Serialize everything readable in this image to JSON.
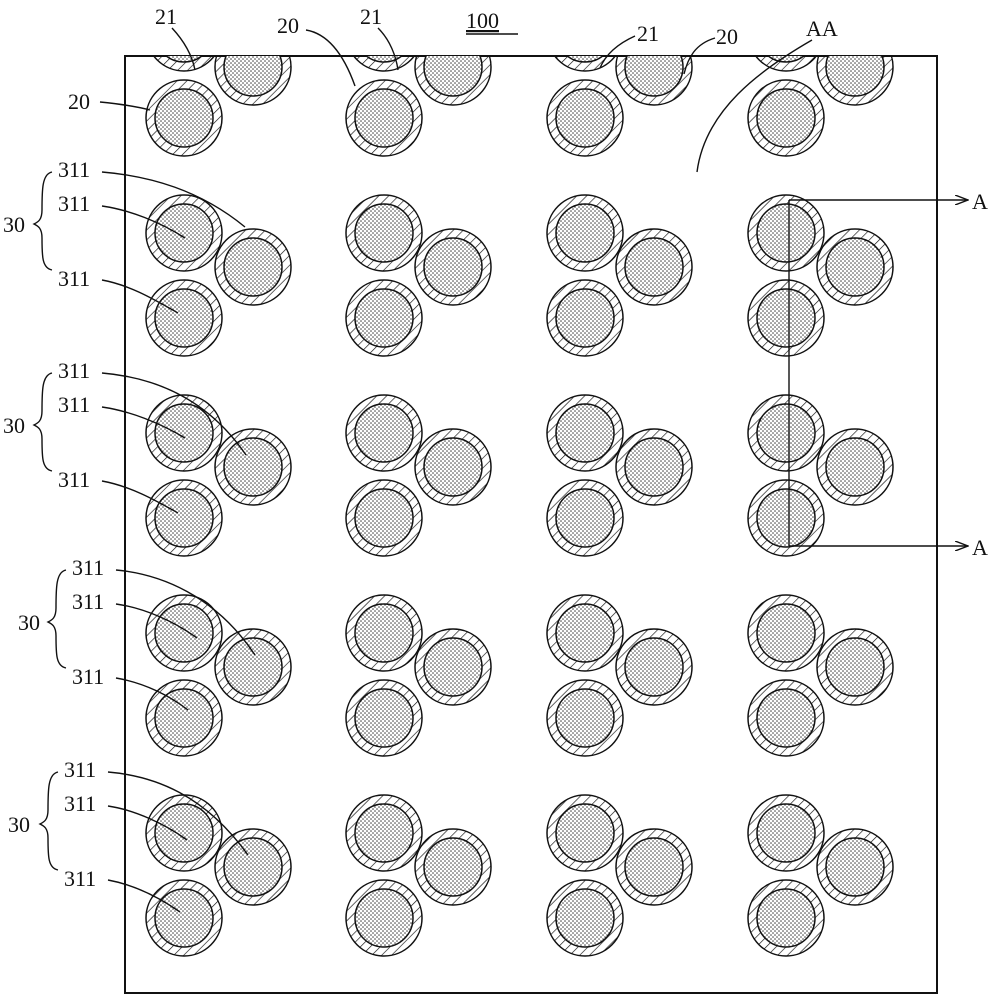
{
  "figure": {
    "title": "100",
    "panel_label": "AA",
    "section_label": "A",
    "pixel_group_label": "30",
    "subpixel_label": "311",
    "opening_label": "20",
    "opening_inner_label": "21",
    "grid": {
      "rows": 5,
      "cols": 4,
      "top_row_cut_off": true
    },
    "colors": {
      "line": "#111111",
      "background": "#ffffff"
    },
    "fills": {
      "ring": "diagonal-hatch",
      "core": "dot-stipple"
    }
  }
}
